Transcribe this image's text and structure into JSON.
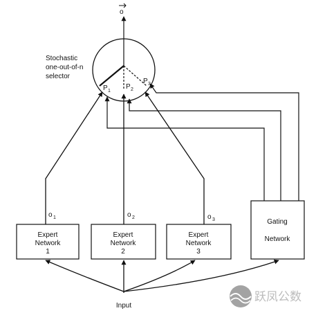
{
  "diagram": {
    "output_label": "o",
    "selector_label_lines": [
      "Stochastic",
      "one-out-of-n",
      "selector"
    ],
    "selector_points": [
      {
        "label": "P",
        "sub": "1"
      },
      {
        "label": "P",
        "sub": "2"
      },
      {
        "label": "P",
        "sub": "3"
      }
    ],
    "experts": [
      {
        "line1": "Expert",
        "line2": "Network",
        "line3": "1",
        "output": {
          "label": "o",
          "sub": "1"
        }
      },
      {
        "line1": "Expert",
        "line2": "Network",
        "line3": "2",
        "output": {
          "label": "o",
          "sub": "2"
        }
      },
      {
        "line1": "Expert",
        "line2": "Network",
        "line3": "3",
        "output": {
          "label": "o",
          "sub": "3"
        }
      }
    ],
    "gating": {
      "line1": "Gating",
      "line2": "Network"
    },
    "input_label": "Input"
  },
  "watermark": {
    "text": "跃凤公数",
    "icon": "wave-logo-icon"
  }
}
